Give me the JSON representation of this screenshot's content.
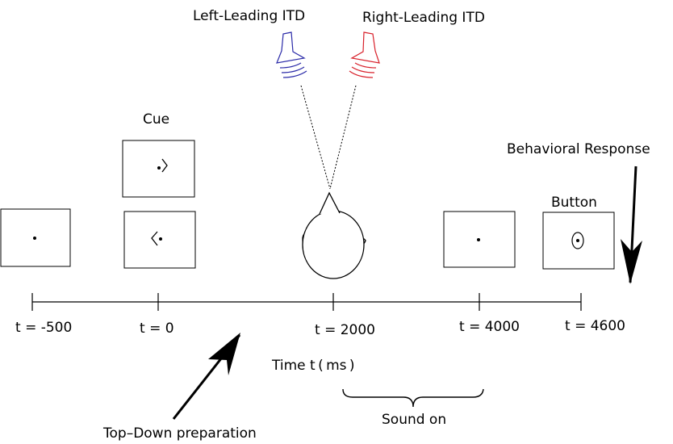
{
  "speakers": {
    "left_label": "Left-Leading ITD",
    "right_label": "Right-Leading ITD",
    "left_color": "#2a2aa8",
    "right_color": "#d8202a"
  },
  "cue_label": "Cue",
  "behavioral_response_label": "Behavioral Response",
  "button_label": "Button",
  "timeline": {
    "ticks": [
      "t = -500",
      "t = 0",
      "t = 2000",
      "t = 4000",
      "t = 4600"
    ],
    "axis_label": "Time  t ( ms )"
  },
  "top_down_label": "Top–Down preparation",
  "sound_on_label": "Sound on"
}
